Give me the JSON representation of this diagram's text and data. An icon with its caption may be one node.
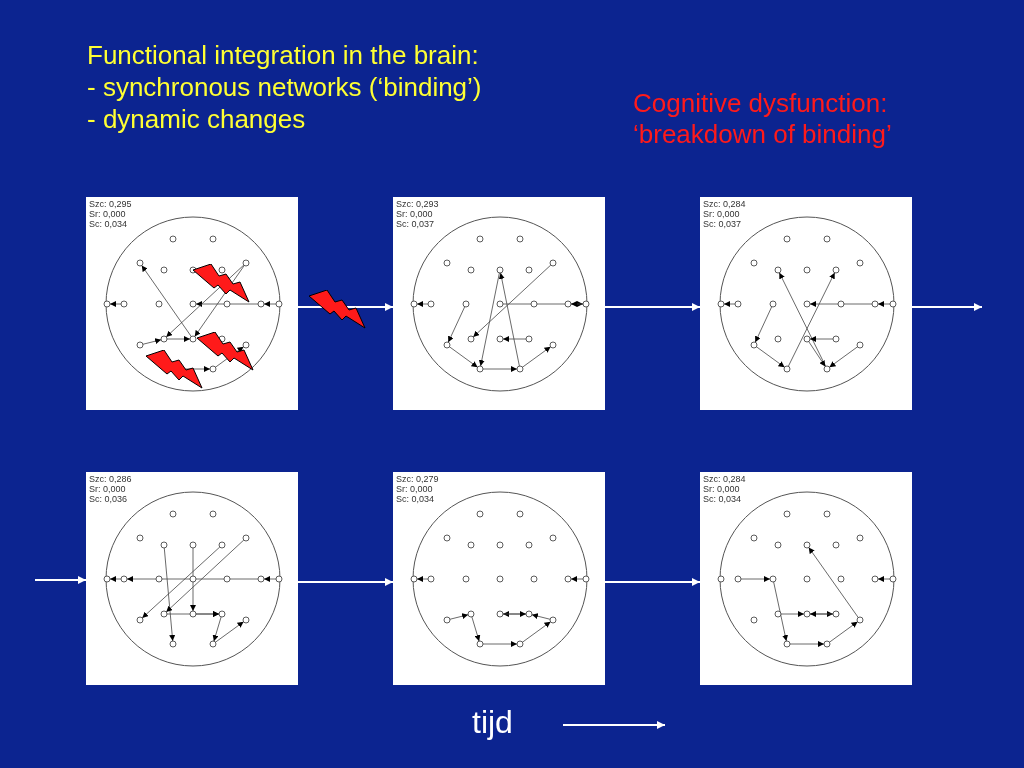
{
  "diagram": {
    "title": "Functional integration in the brain:",
    "nodes": [
      {
        "text": [
          "Szc: 0,295",
          "Sr: 0,000",
          "Sc: 0,034"
        ]
      },
      {
        "text": [
          "Szc: 0,293",
          "Sr: 0,000",
          "Sc: 0,037"
        ]
      },
      {
        "text": [
          "Szc: 0,284",
          "Sr: 0,000",
          "Sc: 0,037"
        ]
      },
      {
        "text": [
          "Szc: 0,286",
          "Sr: 0,000",
          "Sc: 0,036"
        ]
      },
      {
        "text": [
          "Szc: 0,279",
          "Sr: 0,000",
          "Sc: 0,034"
        ]
      },
      {
        "text": [
          "Szc: 0,284",
          "Sr: 0,000",
          "Sc: 0,034"
        ]
      }
    ],
    "edges": [
      {
        "from": 0,
        "to": 1,
        "arrow": "to"
      },
      {
        "from": 1,
        "to": 2,
        "arrow": "to"
      },
      {
        "from": 2,
        "to": null,
        "arrow": "to"
      },
      {
        "from": null,
        "to": 3,
        "arrow": "to"
      },
      {
        "from": 3,
        "to": 4,
        "arrow": "to"
      },
      {
        "from": 4,
        "to": 5,
        "arrow": "to"
      }
    ],
    "labels": [
      "- synchronous networks (‘binding’)",
      "- dynamic changes",
      "Cognitive dysfunction: ‘breakdown of binding’",
      "tijd"
    ]
  }
}
